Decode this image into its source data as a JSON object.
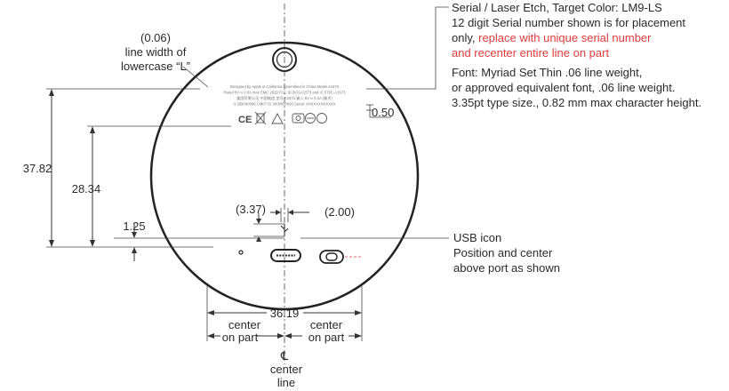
{
  "dimensions": {
    "line_width_value": "(0.06)",
    "line_width_label_1": "line width of",
    "line_width_label_2": "lowercase “L”",
    "height_total": "37.82",
    "height_text": "28.34",
    "gap": "1.25",
    "icon_width": "(3.37)",
    "icon_offset": "(2.00)",
    "char_height": "0.50",
    "diameter": "36.19"
  },
  "center_labels": {
    "left_1": "center",
    "left_2": "on part",
    "right_1": "center",
    "right_2": "on part",
    "cl_symbol": "℄",
    "cl_line_1": "center",
    "cl_line_2": "line"
  },
  "serial_note": {
    "line1": "Serial / Laser Etch, Target Color: LM9-LS",
    "line2": "12 digit Serial number shown is for placement",
    "line3_plain": "only, ",
    "line3_red": "replace with unique serial number",
    "line4_red": "and recenter entire line on part",
    "font_line1": "Font: Myriad Set Thin .06 line weight,",
    "font_line2": "or approved equivalent font, .06 line weight.",
    "font_line3": "3.35pt type size., 0.82 mm max character height."
  },
  "usb_note": {
    "line1": "USB icon",
    "line2": "Position and center",
    "line3": "above port as shown"
  },
  "engraving": {
    "line1": "Designed by Apple in California  Assembled in China  Model A1573",
    "line2": "Rated 5V ═ 0.3A max  EMC 2829  FCC ID BCGA1573  and IC 579C-A1573",
    "line3": "美国苹果公司  中国制造  型号 A1573  输入 5V ═ 0.3A (最大)",
    "line4": "① BBH40006  CMIIT ID 3000000000   Serial: XXXXXXXXXXXX"
  },
  "colors": {
    "red_text": "#e03c3c",
    "line": "#333333"
  }
}
